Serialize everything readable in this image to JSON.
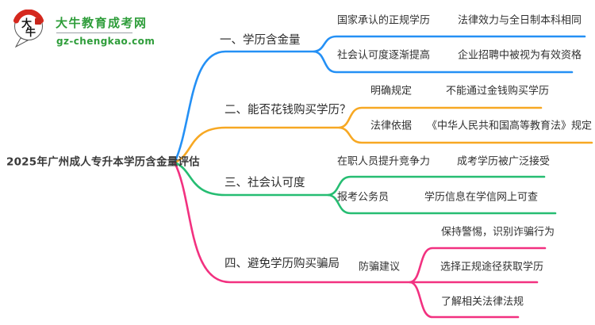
{
  "site": {
    "logo_title": "大牛教育成考网",
    "logo_domain": "gz-chengkao.com",
    "logo_icon": "daniu-bull-speech-bubble-icon",
    "brand_green": "#2e9d3a",
    "seal_red": "#d5281e"
  },
  "mindmap": {
    "root": "2025年广州成人专升本学历含金量评估",
    "branches": [
      {
        "label": "一、学历含金量",
        "color": "#2490f5",
        "children": [
          {
            "key": "国家承认的正规学历",
            "value": "法律效力与全日制本科相同"
          },
          {
            "key": "社会认可度逐渐提高",
            "value": "企业招聘中被视为有效资格"
          }
        ]
      },
      {
        "label": "二、能否花钱购买学历？",
        "color": "#f7a823",
        "children": [
          {
            "key": "明确规定",
            "value": "不能通过金钱购买学历"
          },
          {
            "key": "法律依据",
            "value": "《中华人民共和国高等教育法》规定"
          }
        ]
      },
      {
        "label": "三、社会认可度",
        "color": "#26bd72",
        "children": [
          {
            "key": "在职人员提升竞争力",
            "value": "成考学历被广泛接受"
          },
          {
            "key": "报考公务员",
            "value": "学历信息在学信网上可查"
          }
        ]
      },
      {
        "label": "四、避免学历购买骗局",
        "color": "#f23180",
        "sub_label": "防骗建议",
        "children": [
          {
            "value": "保持警惕，识别诈骗行为"
          },
          {
            "value": "选择正规途径获取学历"
          },
          {
            "value": "了解相关法律法规"
          }
        ]
      }
    ]
  }
}
